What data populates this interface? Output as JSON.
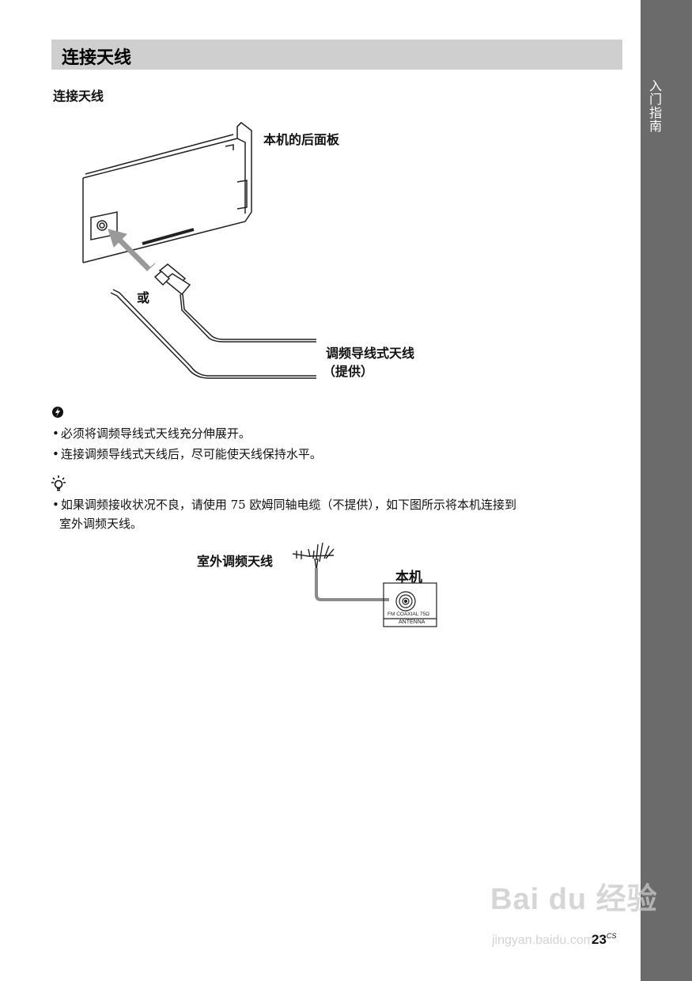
{
  "side_tab": {
    "label": "入门指南"
  },
  "section": {
    "title": "连接天线",
    "subheading": "连接天线"
  },
  "figure1": {
    "rear_panel_label": "本机的后面板",
    "or_label": "或",
    "antenna_label_line1": "调频导线式天线",
    "antenna_label_line2": "（提供）"
  },
  "notes": {
    "icon": "note-icon",
    "items": [
      "必须将调频导线式天线充分伸展开。",
      "连接调频导线式天线后，尽可能使天线保持水平。"
    ]
  },
  "tips": {
    "icon": "lightbulb-icon",
    "items": [
      {
        "line1": "如果调频接收状况不良，请使用 75 欧姆同轴电缆（不提供），如下图所示将本机连接到",
        "line2": "室外调频天线。"
      }
    ]
  },
  "figure2": {
    "outdoor_antenna_label": "室外调频天线",
    "unit_label": "本机",
    "jack_text": "FM  COAXIAL  75Ω",
    "jack_caption": "ANTENNA"
  },
  "footer": {
    "page_number": "23",
    "page_suffix": "CS"
  },
  "watermark": {
    "brand": "Bai du 经验",
    "url": "jingyan.baidu.com"
  }
}
